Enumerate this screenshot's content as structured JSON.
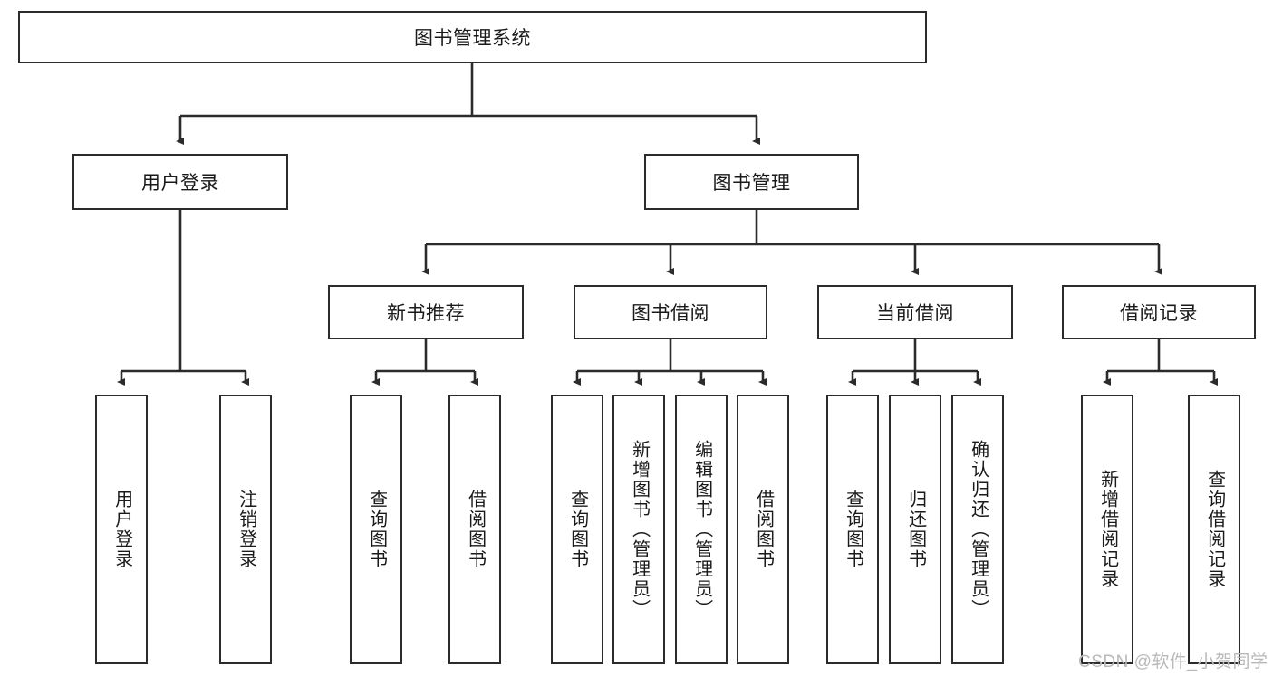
{
  "diagram": {
    "title": "图书管理系统",
    "type": "tree-hierarchy",
    "watermark": "CSDN @软件_小贺同学",
    "colors": {
      "box_border": "#2b2b2b",
      "box_fill": "#ffffff",
      "edge": "#2b2b2b",
      "text": "#1a1a1a",
      "watermark": "#b9b9b9",
      "background": "#ffffff"
    },
    "root": {
      "id": "root",
      "label": "图书管理系统"
    },
    "level2": [
      {
        "id": "user-login",
        "label": "用户登录"
      },
      {
        "id": "book-management",
        "label": "图书管理"
      }
    ],
    "level3": [
      {
        "id": "new-book-recommend",
        "label": "新书推荐"
      },
      {
        "id": "book-borrow",
        "label": "图书借阅"
      },
      {
        "id": "current-borrow",
        "label": "当前借阅"
      },
      {
        "id": "borrow-record",
        "label": "借阅记录"
      }
    ],
    "leaves": {
      "user_login": [
        {
          "id": "leaf-user-login",
          "label": "用户登录"
        },
        {
          "id": "leaf-logout",
          "label": "注销登录"
        }
      ],
      "new_book_recommend": [
        {
          "id": "leaf-query-book-1",
          "label": "查询图书"
        },
        {
          "id": "leaf-borrow-book-1",
          "label": "借阅图书"
        }
      ],
      "book_borrow": [
        {
          "id": "leaf-query-book-2",
          "label": "查询图书"
        },
        {
          "id": "leaf-add-book",
          "label": "新增图书（管理员）"
        },
        {
          "id": "leaf-edit-book",
          "label": "编辑图书（管理员）"
        },
        {
          "id": "leaf-borrow-book-2",
          "label": "借阅图书"
        }
      ],
      "current_borrow": [
        {
          "id": "leaf-query-book-3",
          "label": "查询图书"
        },
        {
          "id": "leaf-return-book",
          "label": "归还图书"
        },
        {
          "id": "leaf-confirm-return",
          "label": "确认归还（管理员）"
        }
      ],
      "borrow_record": [
        {
          "id": "leaf-add-record",
          "label": "新增借阅记录"
        },
        {
          "id": "leaf-query-record",
          "label": "查询借阅记录"
        }
      ]
    }
  }
}
